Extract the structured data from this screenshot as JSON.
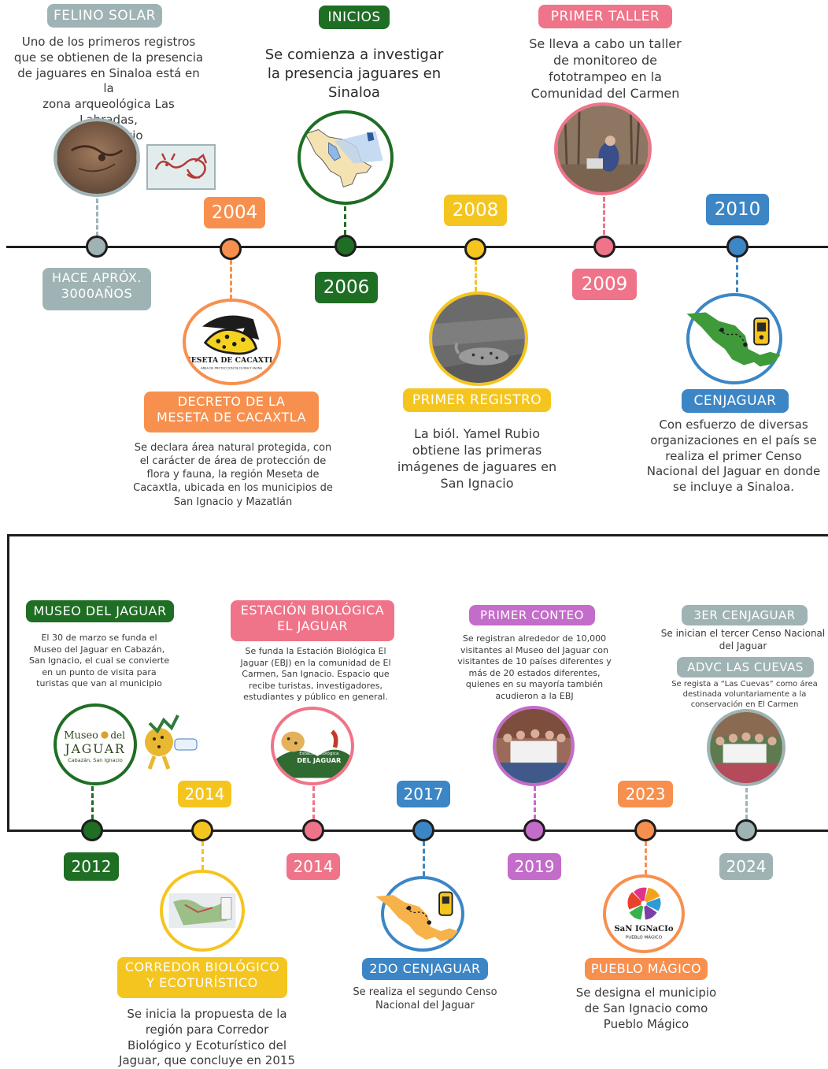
{
  "colors": {
    "gray": "#9fb3b5",
    "orange": "#f7904e",
    "green": "#1e6e23",
    "yellow": "#f5c51f",
    "pink": "#ef7489",
    "blue": "#3c86c6",
    "purple": "#c36cc9",
    "dark": "#1e1e1e"
  },
  "top": {
    "felino": {
      "tag": "FELINO SOLAR",
      "text": "Uno de los primeros registros\nque se obtienen de la presencia\nde jaguares en Sinaloa está en la\nzona arqueológica Las Labradas,\nSan Ignacio",
      "date_line1": "HACE APRÓX.",
      "date_line2": "3000AÑOS"
    },
    "meseta": {
      "year": "2004",
      "tag_line1": "DECRETO DE LA",
      "tag_line2": "MESETA DE CACAXTLA",
      "text": "Se declara área natural protegida, con\nel carácter de área de protección de\nflora y fauna, la región Meseta de\nCacaxtla, ubicada en los municipios de\nSan Ignacio y Mazatlán",
      "logo_text": "MESETA DE CACAXTLA",
      "logo_sub": "ÁREA DE PROTECCIÓN DE FLORA Y FAUNA"
    },
    "inicios": {
      "tag": "INICIOS",
      "text": "Se comienza a investigar\nla presencia jaguares en\nSinaloa",
      "year": "2006"
    },
    "registro": {
      "year": "2008",
      "tag": "PRIMER REGISTRO",
      "text": "La biól. Yamel Rubio\nobtiene las primeras\nimágenes de jaguares en\nSan Ignacio"
    },
    "taller": {
      "tag": "PRIMER TALLER",
      "text": "Se lleva a cabo un taller\nde monitoreo de\nfototrampeo en la\nComunidad del Carmen",
      "year": "2009"
    },
    "cenjaguar": {
      "year": "2010",
      "tag": "CENJAGUAR",
      "text": "Con esfuerzo de diversas\norganizaciones en el país  se\nrealiza el primer Censo\nNacional del Jaguar en donde\nse incluye a Sinaloa."
    }
  },
  "bottom": {
    "museo": {
      "tag": "MUSEO DEL JAGUAR",
      "text": "El 30 de marzo se funda el\nMuseo del Jaguar en Cabazán,\nSan Ignacio, el cual se convierte\nen un punto de visita para\nturistas que van al municipio",
      "year": "2012",
      "logo_line1": "Museo",
      "logo_del": "del",
      "logo_line2": "JAGUAR",
      "logo_line3": "Cabazán, San Ignacio"
    },
    "corredor": {
      "year": "2014",
      "tag_line1": "CORREDOR BIOLÓGICO",
      "tag_line2": "Y ECOTURÍSTICO",
      "text": "Se inicia la propuesta de la\nregión para Corredor\nBiológico y Ecoturístico del\nJaguar, que concluye en 2015"
    },
    "estacion": {
      "tag_line1": "ESTACIÓN BIOLÓGICA",
      "tag_line2": "EL JAGUAR",
      "text": "Se funda la Estación Biológica El\nJaguar (EBJ) en la comunidad de El\nCarmen, San Ignacio. Espacio que\nrecibe turistas, investigadores,\nestudiantes y público en general.",
      "year": "2014",
      "logo_line1": "Estación Biológica",
      "logo_line2": "DEL JAGUAR"
    },
    "segundo": {
      "year": "2017",
      "tag": "2DO CENJAGUAR",
      "text": "Se realiza el segundo Censo\nNacional del Jaguar"
    },
    "conteo": {
      "tag": "PRIMER CONTEO",
      "text": "Se registran alrededor de 10,000\nvisitantes al Museo del Jaguar con\nvisitantes de 10 países diferentes y\nmás de 20 estados diferentes,\nquienes en su mayoría también\nacudieron a la EBJ",
      "year": "2019"
    },
    "pueblo": {
      "year": "2023",
      "tag": "PUEBLO MÁGICO",
      "text": "Se designa el municipio\nde San Ignacio como\nPueblo Mágico",
      "logo_line1": "SaN IGNaCIo",
      "logo_line2": "PUEBLO MÁGICO"
    },
    "tercer": {
      "tag": "3ER CENJAGUAR",
      "text": "Se inician el tercer Censo Nacional\ndel Jaguar",
      "tag2": "ADVC LAS CUEVAS",
      "text2": "Se regista a “Las Cuevas” como área\ndestinada voluntariamente a la\nconservación en El Carmen",
      "year": "2024"
    }
  }
}
